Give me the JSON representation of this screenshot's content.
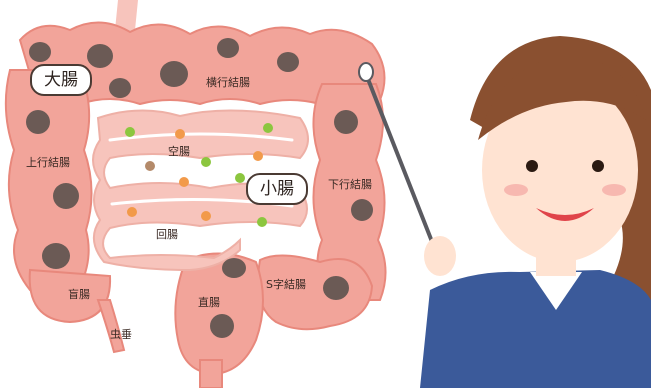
{
  "labels": {
    "large_intestine": "大腸",
    "small_intestine": "小腸",
    "transverse_colon": "横行結腸",
    "ascending_colon": "上行結腸",
    "descending_colon": "下行結腸",
    "jejunum": "空腸",
    "ileum": "回腸",
    "sigmoid_colon": "S字結腸",
    "cecum": "盲腸",
    "rectum": "直腸",
    "appendix": "虫垂"
  },
  "colors": {
    "colon": "#f2a49a",
    "colon_outline": "#e8887c",
    "small_intestine": "#f7c4bc",
    "stool": "#6b5a55",
    "skin": "#ffe3d2",
    "hair": "#8a5030",
    "suit": "#3b5a9a"
  }
}
